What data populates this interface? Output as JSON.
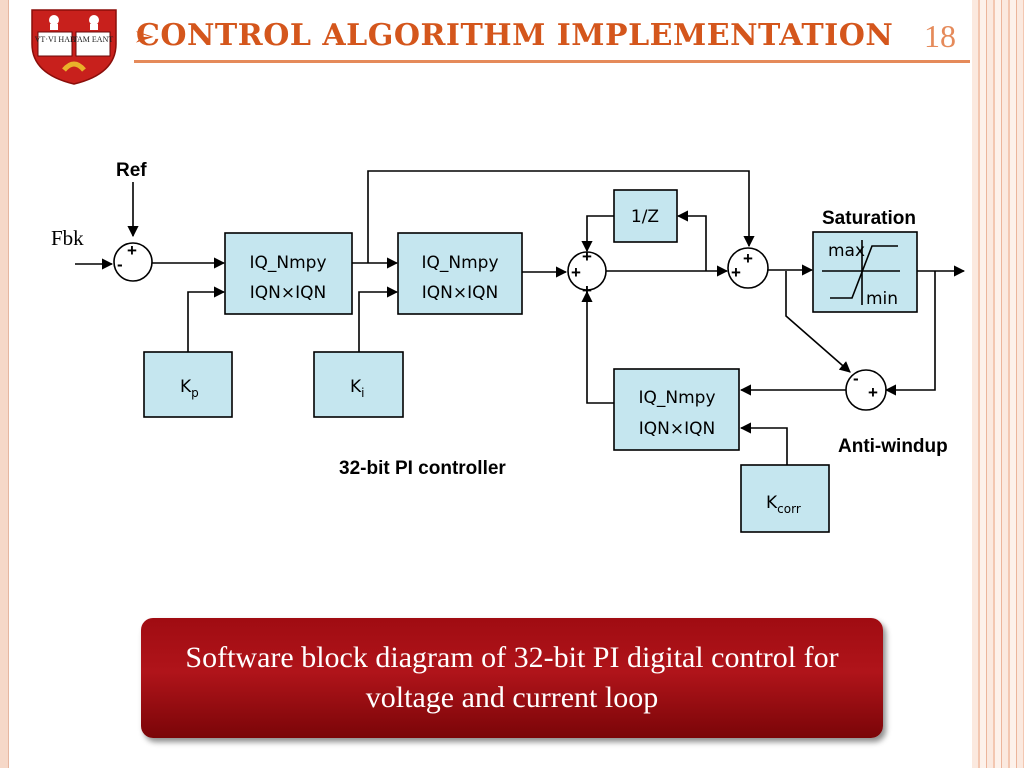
{
  "slide": {
    "title": "CONTROL ALGORITHM IMPLEMENTATION",
    "page_number": "18",
    "caption": "Software block diagram of 32-bit PI digital control for voltage and current loop"
  },
  "logo": {
    "left_text": "VT·VI HAB",
    "right_text": "TAM EANT"
  },
  "diagram": {
    "labels": {
      "ref": "Ref",
      "fbk": "Fbk",
      "saturation": "Saturation",
      "anti_windup": "Anti-windup",
      "pi_controller": "32-bit PI controller",
      "max": "max",
      "min": "min"
    },
    "blocks": {
      "mpy1": {
        "line1": "IQ_Nmpy",
        "line2": "IQN×IQN"
      },
      "mpy2": {
        "line1": "IQ_Nmpy",
        "line2": "IQN×IQN"
      },
      "mpy3": {
        "line1": "IQ_Nmpy",
        "line2": "IQN×IQN"
      },
      "delay": "1/Z",
      "kp": {
        "base": "K",
        "sub": "p"
      },
      "ki": {
        "base": "K",
        "sub": "i"
      },
      "kcorr": {
        "base": "K",
        "sub": "corr"
      }
    },
    "signs": {
      "sum1": [
        "+",
        "-"
      ],
      "sum2": [
        "+",
        "+",
        "+"
      ],
      "sum3": [
        "+",
        "+"
      ],
      "sum4": [
        "-",
        "+"
      ]
    }
  }
}
